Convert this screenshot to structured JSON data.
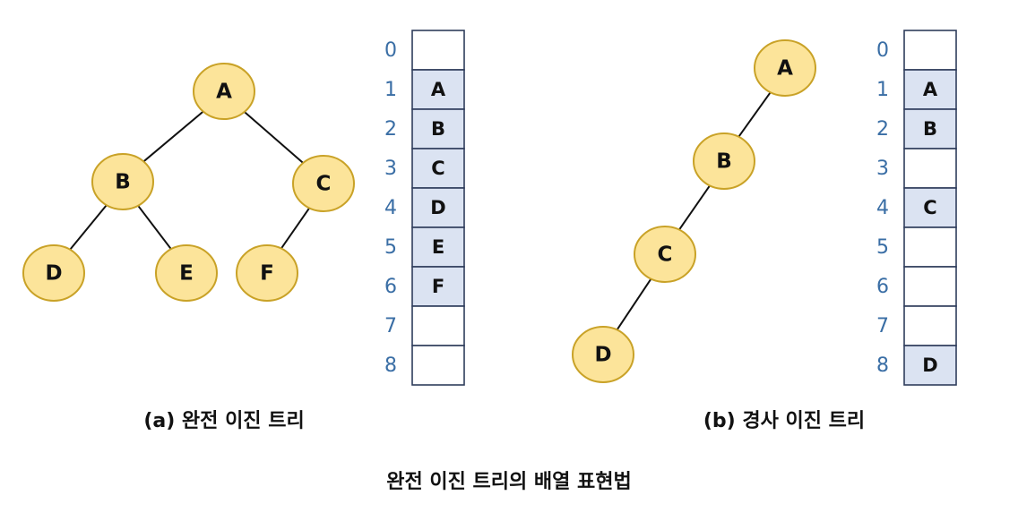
{
  "title": "완전 이진 트리의 배열 표현법",
  "colors": {
    "node_fill": "#fce49a",
    "node_stroke": "#c9a227",
    "filled_cell": "#dbe3f2",
    "index_text": "#3a6ea5",
    "cell_border": "#2f3d5c"
  },
  "panels": [
    {
      "caption": "(a) 완전 이진 트리",
      "nodes": [
        {
          "id": "A",
          "label": "A"
        },
        {
          "id": "B",
          "label": "B"
        },
        {
          "id": "C",
          "label": "C"
        },
        {
          "id": "D",
          "label": "D"
        },
        {
          "id": "E",
          "label": "E"
        },
        {
          "id": "F",
          "label": "F"
        }
      ],
      "edges": [
        [
          "A",
          "B"
        ],
        [
          "A",
          "C"
        ],
        [
          "B",
          "D"
        ],
        [
          "B",
          "E"
        ],
        [
          "C",
          "F"
        ]
      ],
      "array": [
        {
          "index": "0",
          "value": ""
        },
        {
          "index": "1",
          "value": "A"
        },
        {
          "index": "2",
          "value": "B"
        },
        {
          "index": "3",
          "value": "C"
        },
        {
          "index": "4",
          "value": "D"
        },
        {
          "index": "5",
          "value": "E"
        },
        {
          "index": "6",
          "value": "F"
        },
        {
          "index": "7",
          "value": ""
        },
        {
          "index": "8",
          "value": ""
        }
      ]
    },
    {
      "caption": "(b) 경사 이진 트리",
      "nodes": [
        {
          "id": "A",
          "label": "A"
        },
        {
          "id": "B",
          "label": "B"
        },
        {
          "id": "C",
          "label": "C"
        },
        {
          "id": "D",
          "label": "D"
        }
      ],
      "edges": [
        [
          "A",
          "B"
        ],
        [
          "B",
          "C"
        ],
        [
          "C",
          "D"
        ]
      ],
      "array": [
        {
          "index": "0",
          "value": ""
        },
        {
          "index": "1",
          "value": "A"
        },
        {
          "index": "2",
          "value": "B"
        },
        {
          "index": "3",
          "value": ""
        },
        {
          "index": "4",
          "value": "C"
        },
        {
          "index": "5",
          "value": ""
        },
        {
          "index": "6",
          "value": ""
        },
        {
          "index": "7",
          "value": ""
        },
        {
          "index": "8",
          "value": "D"
        }
      ]
    }
  ]
}
